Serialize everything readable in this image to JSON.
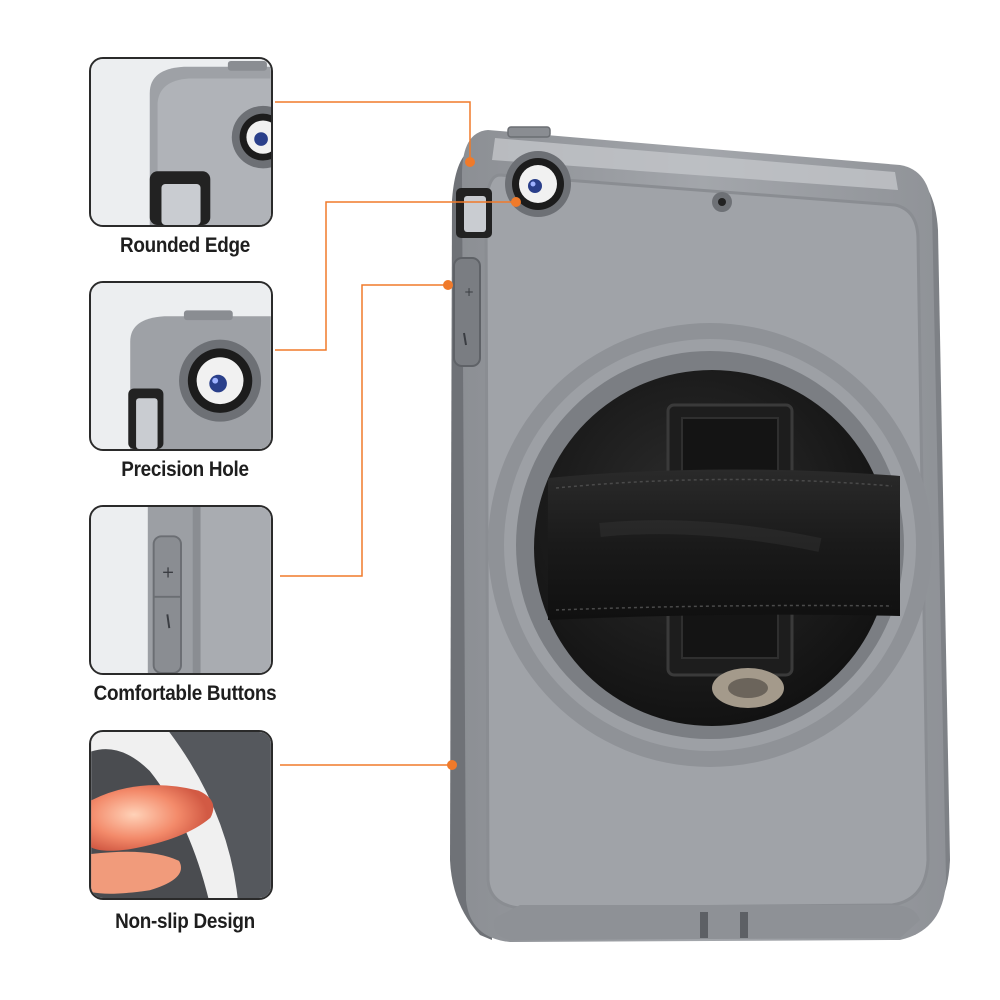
{
  "features": [
    {
      "label": "Rounded Edge",
      "icon": "rounded-edge-icon"
    },
    {
      "label": "Precision Hole",
      "icon": "precision-hole-icon"
    },
    {
      "label": "Comfortable Buttons",
      "icon": "buttons-icon"
    },
    {
      "label": "Non-slip Design",
      "icon": "non-slip-icon"
    }
  ],
  "colors": {
    "accent": "#f07a2a",
    "case_gray": "#9c9fa4",
    "case_dark": "#7d8086",
    "strap_black": "#1b1b1b"
  }
}
